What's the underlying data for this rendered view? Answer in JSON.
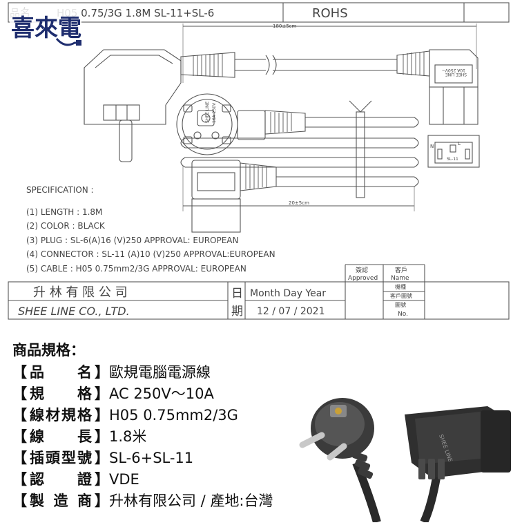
{
  "drawing": {
    "header": {
      "name_label": "品名",
      "model": "H05 0.75/3G 1.8M SL-11+SL-6",
      "rohs": "ROHS"
    },
    "dim_top": "180±5cm",
    "dim_bottom": "20±5cm",
    "plug_text": "SHEE LINE",
    "plug_rating": "16A 250V",
    "connector_text": "SHEE LINE",
    "connector_rating": "10A 250V~",
    "iec_label": "SL-11",
    "iec_n": "N",
    "iec_l": "L",
    "spec_title": "SPECIFICATION  :",
    "specs": [
      "(1) LENGTH      : 1.8M",
      "(2) COLOR       : BLACK",
      "(3) PLUG  : SL-6(A)16 (V)250     APPROVAL: EUROPEAN",
      "(4) CONNECTOR  : SL-11 (A)10 (V)250    APPROVAL:EUROPEAN",
      "(5) CABLE       : H05 0.75mm2/3G   APPROVAL: EUROPEAN"
    ],
    "approved_cn": "簽認",
    "approved_en": "Approved",
    "customer_cn": "客戶",
    "customer_en": "Name",
    "model_cn": "機種",
    "customer_drawing": "客戶圖號",
    "drawing_no_cn": "圖號",
    "drawing_no_en": "No.",
    "company_cn": "升 林 有 限 公 司",
    "company_en": "SHEE LINE CO., LTD.",
    "date_cn_1": "日",
    "date_cn_2": "期",
    "date_header": "Month Day Year",
    "date_value": "12 / 07 / 2021"
  },
  "logo_text": "喜來電",
  "specs": {
    "title": "商品規格：",
    "rows": [
      {
        "label_chars": [
          "品",
          "名"
        ],
        "value": "歐規電腦電源線"
      },
      {
        "label_chars": [
          "規",
          "格"
        ],
        "value": "AC 250V～10A"
      },
      {
        "label_chars": [
          "線",
          "材",
          "規",
          "格"
        ],
        "value": "H05 0.75mm2/3G"
      },
      {
        "label_chars": [
          "線",
          "長"
        ],
        "value": "1.8米"
      },
      {
        "label_chars": [
          "插",
          "頭",
          "型",
          "號"
        ],
        "value": "SL-6+SL-11"
      },
      {
        "label_chars": [
          "認",
          "證"
        ],
        "value": "VDE"
      },
      {
        "label_chars": [
          "製",
          "造",
          "商"
        ],
        "value": "升林有限公司 / 產地:台灣"
      }
    ]
  },
  "colors": {
    "line": "#555555",
    "logo": "#1e2d6e",
    "cable": "#2a2a2a"
  }
}
